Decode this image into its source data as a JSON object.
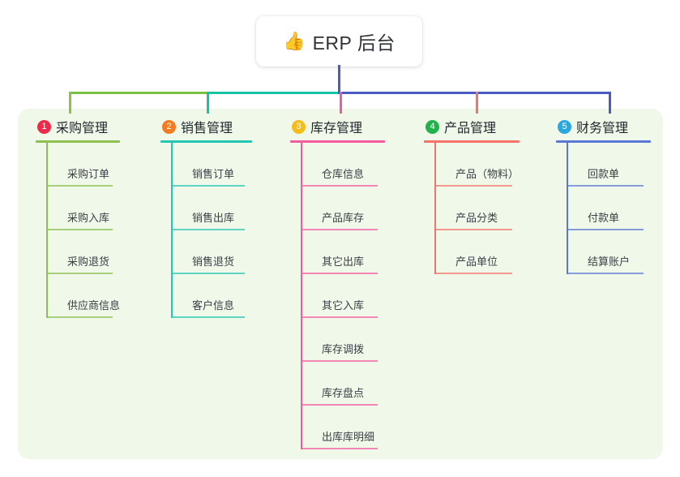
{
  "diagram": {
    "type": "mindmap",
    "background": "#ffffff",
    "panel_color": "#f0f8ea",
    "root": {
      "icon": "thumbs-up-icon",
      "icon_glyph": "👍",
      "title": "ERP 后台",
      "stem_color": "#4a5bc4"
    },
    "trunk_segments": [
      {
        "name": "green-segment",
        "color": "#7ac143"
      },
      {
        "name": "teal-segment",
        "color": "#17c3a2"
      },
      {
        "name": "blue-segment",
        "color": "#4a5bc4"
      }
    ],
    "branches": [
      {
        "index": "1",
        "badge_color": "#ec2b4b",
        "line_color": "#8cc152",
        "drop_color": "#8cc152",
        "title": "采购管理",
        "items": [
          "采购订单",
          "采购入库",
          "采购退货",
          "供应商信息"
        ]
      },
      {
        "index": "2",
        "badge_color": "#f47b20",
        "line_color": "#25c6b4",
        "drop_color": "#17c3a2",
        "title": "销售管理",
        "items": [
          "销售订单",
          "销售出库",
          "销售退货",
          "客户信息"
        ]
      },
      {
        "index": "3",
        "badge_color": "#f5bc1a",
        "line_color": "#f25ba0",
        "drop_color": "#f25ba0",
        "title": "库存管理",
        "items": [
          "仓库信息",
          "产品库存",
          "其它出库",
          "其它入库",
          "库存调拨",
          "库存盘点",
          "出库库明细"
        ]
      },
      {
        "index": "4",
        "badge_color": "#22b24c",
        "line_color": "#f4736b",
        "drop_color": "#f4736b",
        "title": "产品管理",
        "items": [
          "产品（物料）",
          "产品分类",
          "产品单位"
        ]
      },
      {
        "index": "5",
        "badge_color": "#29a8e0",
        "line_color": "#5b78d6",
        "drop_color": "#4a5bc4",
        "title": "财务管理",
        "items": [
          "回款单",
          "付款单",
          "结算账户"
        ]
      }
    ]
  }
}
